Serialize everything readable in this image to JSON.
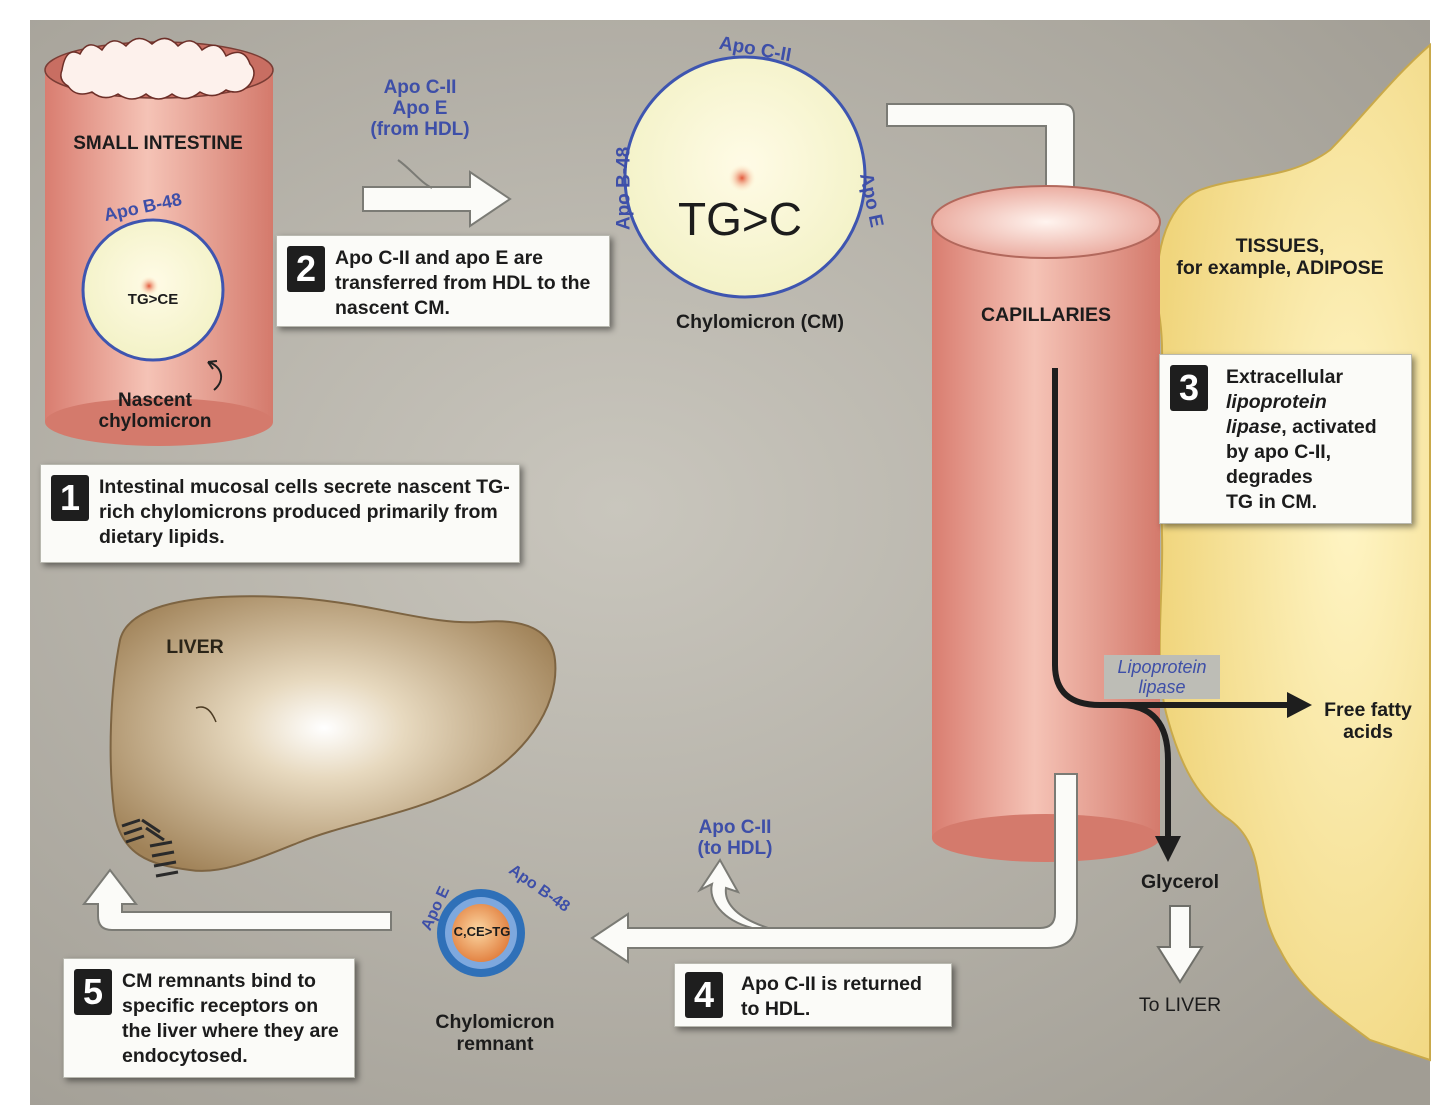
{
  "labels": {
    "small_intestine": "SMALL INTESTINE",
    "apo_b48_nascent": "Apo B-48",
    "tg_ce_nascent": "TG>CE",
    "nascent_chylomicron": "Nascent chylomicron",
    "apo_from_hdl_1": "Apo C-II",
    "apo_from_hdl_2": "Apo E",
    "apo_from_hdl_3": "(from HDL)",
    "cm_apo_c2": "Apo C-II",
    "cm_apo_b48": "Apo B-48",
    "cm_apo_e": "Apo E",
    "cm_core": "TG>C",
    "chylomicron_cm": "Chylomicron (CM)",
    "capillaries": "CAPILLARIES",
    "tissues_1": "TISSUES,",
    "tissues_2": "for example, ADIPOSE",
    "lipoprotein_lipase_1": "Lipoprotein",
    "lipoprotein_lipase_2": "lipase",
    "free_fatty_acids_1": "Free fatty",
    "free_fatty_acids_2": "acids",
    "glycerol": "Glycerol",
    "to_liver": "To LIVER",
    "liver": "LIVER",
    "apo_to_hdl_1": "Apo C-II",
    "apo_to_hdl_2": "(to HDL)",
    "remnant_apo_e": "Apo E",
    "remnant_apo_b48": "Apo B-48",
    "remnant_core": "C,CE>TG",
    "chylomicron_remnant_1": "Chylomicron",
    "chylomicron_remnant_2": "remnant"
  },
  "steps": [
    {
      "number": "1",
      "text": "Intestinal mucosal cells secrete nascent TG-rich chylomicrons produced primarily from dietary lipids."
    },
    {
      "number": "2",
      "text": "Apo C-II and apo E are transferred from HDL to the nascent CM."
    },
    {
      "number": "3",
      "line1": "Extracellular",
      "line2": "lipoprotein",
      "line3": "lipase",
      "line3b": ", activated",
      "line4": "by apo C-II,",
      "line5": "degrades",
      "line6": "TG in CM."
    },
    {
      "number": "4",
      "text": "Apo C-II is returned to HDL."
    },
    {
      "number": "5",
      "text": "CM remnants bind to specific receptors on the liver where they are endocytosed."
    }
  ],
  "colors": {
    "background": "#aeaba2",
    "vessel": "#e49a8c",
    "apo_text": "#3e4fa8",
    "adipose": "#f3dc88",
    "liver": "#a68a5e"
  }
}
